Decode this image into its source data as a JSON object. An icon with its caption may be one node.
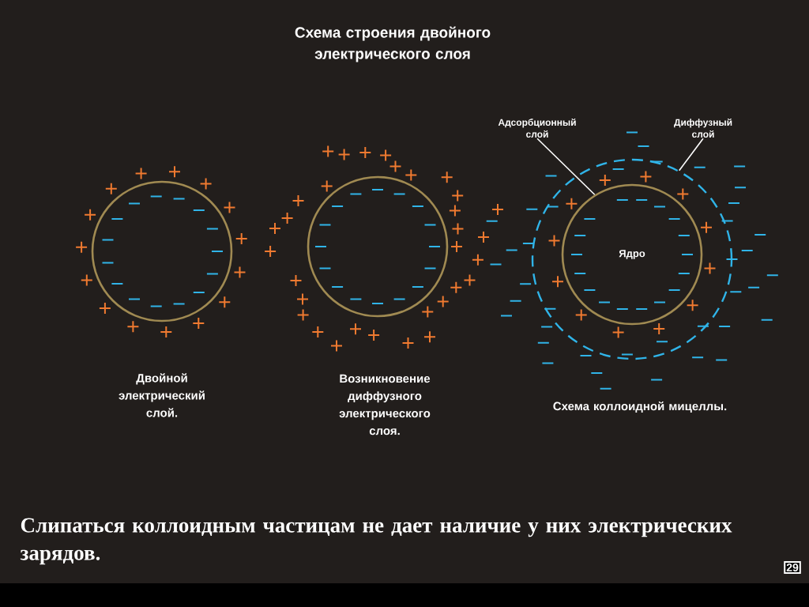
{
  "diagram": {
    "title": "Схема строения двойного электрического слоя",
    "caption": "Слипаться коллоидным частицам не дает наличие у них электрических зарядов.",
    "nodes": [
      {
        "text": [],
        "shape": "circle"
      },
      {
        "text": [],
        "shape": "circle"
      },
      {
        "text": [],
        "shape": "circle",
        "beside": [
          "Схема коллоидной мицеллы."
        ]
      },
      {
        "text": [
          "Ядро"
        ],
        "in": 2
      },
      {
        "text": [
          "Адсорбционный слой"
        ]
      },
      {
        "text": [
          "Диффузный слой"
        ]
      }
    ],
    "edges": [
      {
        "from": 4,
        "to": 3,
        "arrow": "none"
      },
      {
        "from": 5,
        "to": 2,
        "arrow": "none"
      }
    ],
    "labels": [
      "Двойной электрический слой.",
      "Возникновение диффузного электрического слоя.",
      "29"
    ]
  }
}
